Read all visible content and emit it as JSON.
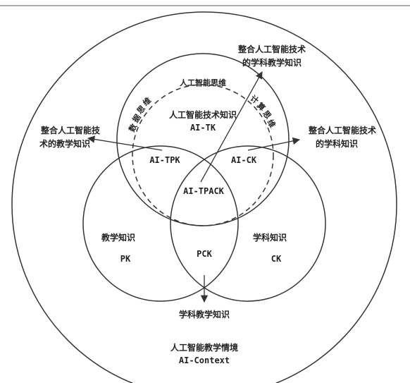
{
  "colors": {
    "line": "#333333",
    "text": "#222222",
    "background": "#ffffff"
  },
  "diagram": {
    "context": {
      "cn": "人工智能教学情境",
      "en": "AI-Context"
    },
    "aitk": {
      "cn": "人工智能技术知识",
      "en": "AI-TK"
    },
    "ai_thinking": "人工智能思维",
    "data_thinking": [
      "数",
      "据",
      "思",
      "维"
    ],
    "computational_thinking": [
      "计",
      "算",
      "思",
      "维"
    ],
    "pk": {
      "cn": "教学知识",
      "en": "PK"
    },
    "ck": {
      "cn": "学科知识",
      "en": "CK"
    },
    "pck": "PCK",
    "aitpk": "AI-TPK",
    "aick": "AI-CK",
    "aitpack": "AI-TPACK",
    "arrow_top": [
      "整合人工智能技术",
      "的学科教学知识"
    ],
    "arrow_left": [
      "整合人工智能技",
      "术的教学知识"
    ],
    "arrow_right": [
      "整合人工智能技术",
      "的学科知识"
    ],
    "arrow_bottom": "学科教学知识"
  }
}
